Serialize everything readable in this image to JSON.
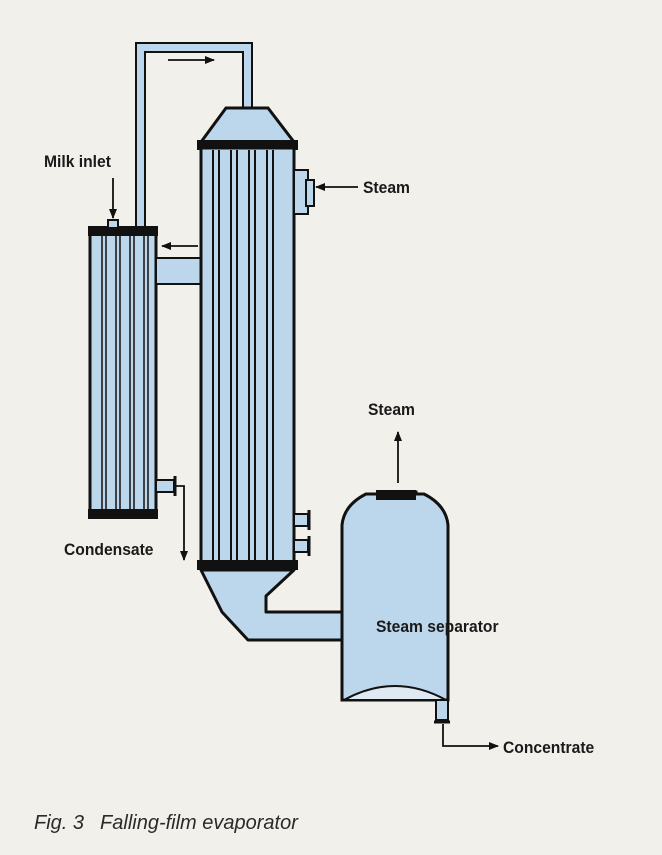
{
  "labels": {
    "milk_inlet": "Milk inlet",
    "steam_in": "Steam",
    "steam_out": "Steam",
    "condensate": "Condensate",
    "steam_separator": "Steam separator",
    "concentrate": "Concentrate"
  },
  "caption": {
    "figure": "Fig. 3",
    "title": "Falling-film evaporator"
  },
  "colors": {
    "fill": "#bcd6ec",
    "outline": "#111111",
    "background": "#f2f0ea"
  }
}
